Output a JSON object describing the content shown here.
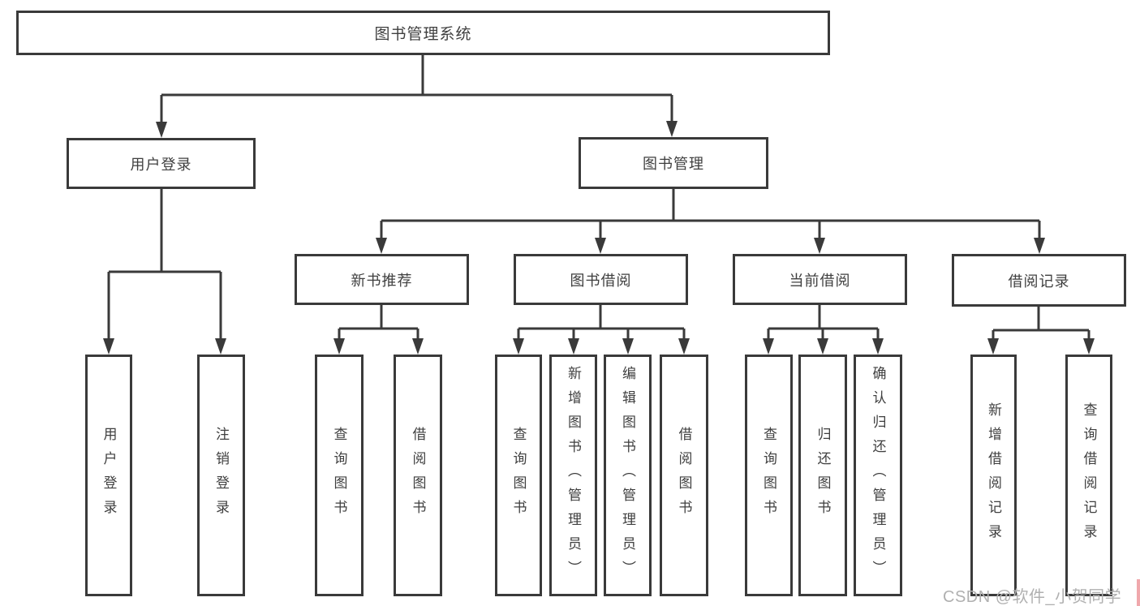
{
  "diagram": {
    "root": {
      "label": "图书管理系统"
    },
    "level2": [
      {
        "id": "user-login",
        "label": "用户登录"
      },
      {
        "id": "book-management",
        "label": "图书管理"
      }
    ],
    "level3": [
      {
        "id": "new-book-recommend",
        "label": "新书推荐"
      },
      {
        "id": "book-borrow",
        "label": "图书借阅"
      },
      {
        "id": "current-borrow",
        "label": "当前借阅"
      },
      {
        "id": "borrow-record",
        "label": "借阅记录"
      }
    ],
    "leaves": [
      {
        "id": "leaf-user-login",
        "label": "用户登录"
      },
      {
        "id": "leaf-logout",
        "label": "注销登录"
      },
      {
        "id": "leaf-query-book-1",
        "label": "查询图书"
      },
      {
        "id": "leaf-borrow-book-1",
        "label": "借阅图书"
      },
      {
        "id": "leaf-query-book-2",
        "label": "查询图书"
      },
      {
        "id": "leaf-add-book-admin",
        "label": "新增图书（管理员）"
      },
      {
        "id": "leaf-edit-book-admin",
        "label": "编辑图书（管理员）"
      },
      {
        "id": "leaf-borrow-book-2",
        "label": "借阅图书"
      },
      {
        "id": "leaf-query-book-3",
        "label": "查询图书"
      },
      {
        "id": "leaf-return-book",
        "label": "归还图书"
      },
      {
        "id": "leaf-confirm-return-admin",
        "label": "确认归还（管理员）"
      },
      {
        "id": "leaf-add-borrow-record",
        "label": "新增借阅记录"
      },
      {
        "id": "leaf-query-borrow-record",
        "label": "查询借阅记录"
      }
    ]
  },
  "watermark": {
    "text": "CSDN @软件_小贺同学"
  },
  "colors": {
    "line": "#3a3a3a",
    "text": "#3f3f3f",
    "box_background": "#ffffff",
    "watermark": "#b0b0b0",
    "right_edge_strip": "#f0a8ac"
  }
}
